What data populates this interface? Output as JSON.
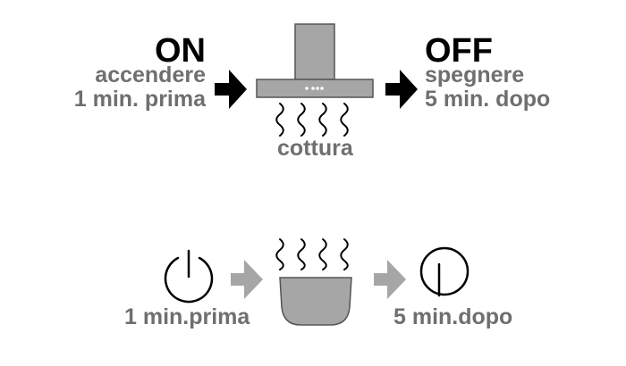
{
  "colors": {
    "text_dark": "#000000",
    "text_gray": "#6f6f6f",
    "hood_fill": "#a6a6a6",
    "hood_stroke": "#555555",
    "arrow_dark": "#000000",
    "arrow_light": "#a6a6a6",
    "pot_fill": "#a6a6a6"
  },
  "top_section": {
    "on": {
      "label": "ON",
      "line1": "accendere",
      "line2": "1 min. prima"
    },
    "off": {
      "label": "OFF",
      "line1": "spegnere",
      "line2": "5 min. dopo"
    },
    "cooking_label": "cottura",
    "icons": [
      "arrow-right-icon",
      "range-hood-icon",
      "steam-icon"
    ]
  },
  "bottom_section": {
    "before_label": "1 min.prima",
    "after_label": "5 min.dopo",
    "icons": [
      "power-on-icon",
      "arrow-right-icon",
      "cooking-pot-icon",
      "steam-icon",
      "power-off-icon"
    ]
  }
}
